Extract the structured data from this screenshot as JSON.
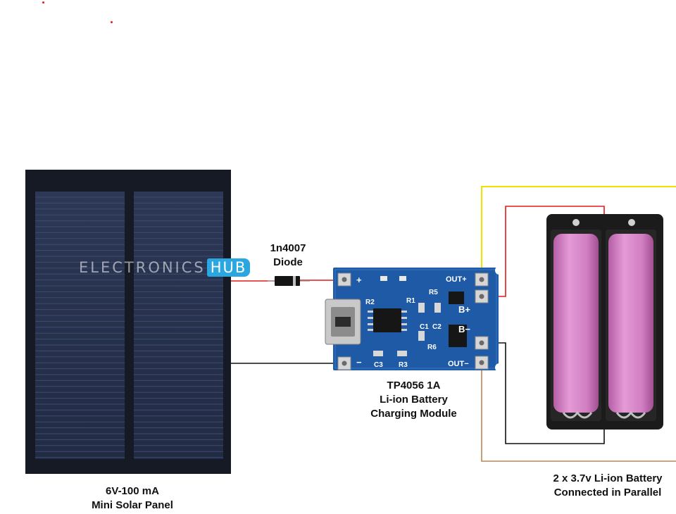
{
  "diagram": {
    "diode": {
      "line1": "1n4007",
      "line2": "Diode"
    },
    "module": {
      "line1": "TP4056 1A",
      "line2": "Li-ion Battery",
      "line3": "Charging Module",
      "pads": {
        "out_plus": "OUT+",
        "b_plus": "B+",
        "b_minus": "B−",
        "out_minus": "OUT−",
        "in_plus": "+",
        "in_minus": "−"
      },
      "components": {
        "r1": "R1",
        "r2": "R2",
        "r3": "R3",
        "r5": "R5",
        "r6": "R6",
        "c1": "C1",
        "c2": "C2",
        "c3": "C3"
      }
    },
    "solar_panel": {
      "line1": "6V-100 mA",
      "line2": "Mini Solar Panel"
    },
    "battery": {
      "line1": "2 x 3.7v Li-ion Battery",
      "line2": "Connected in Parallel"
    },
    "watermark": {
      "part1": "ELECTRONICS",
      "part2": "HUB"
    },
    "colors": {
      "panel_frame": "#1a1e2a",
      "panel_cell": "#2a3552",
      "pcb": "#1f5aa6",
      "cell": "#d884c8",
      "wire_red": "#e01b1b",
      "wire_yellow": "#f2e000",
      "wire_black": "#111111",
      "wire_brown": "#b8865b"
    }
  }
}
